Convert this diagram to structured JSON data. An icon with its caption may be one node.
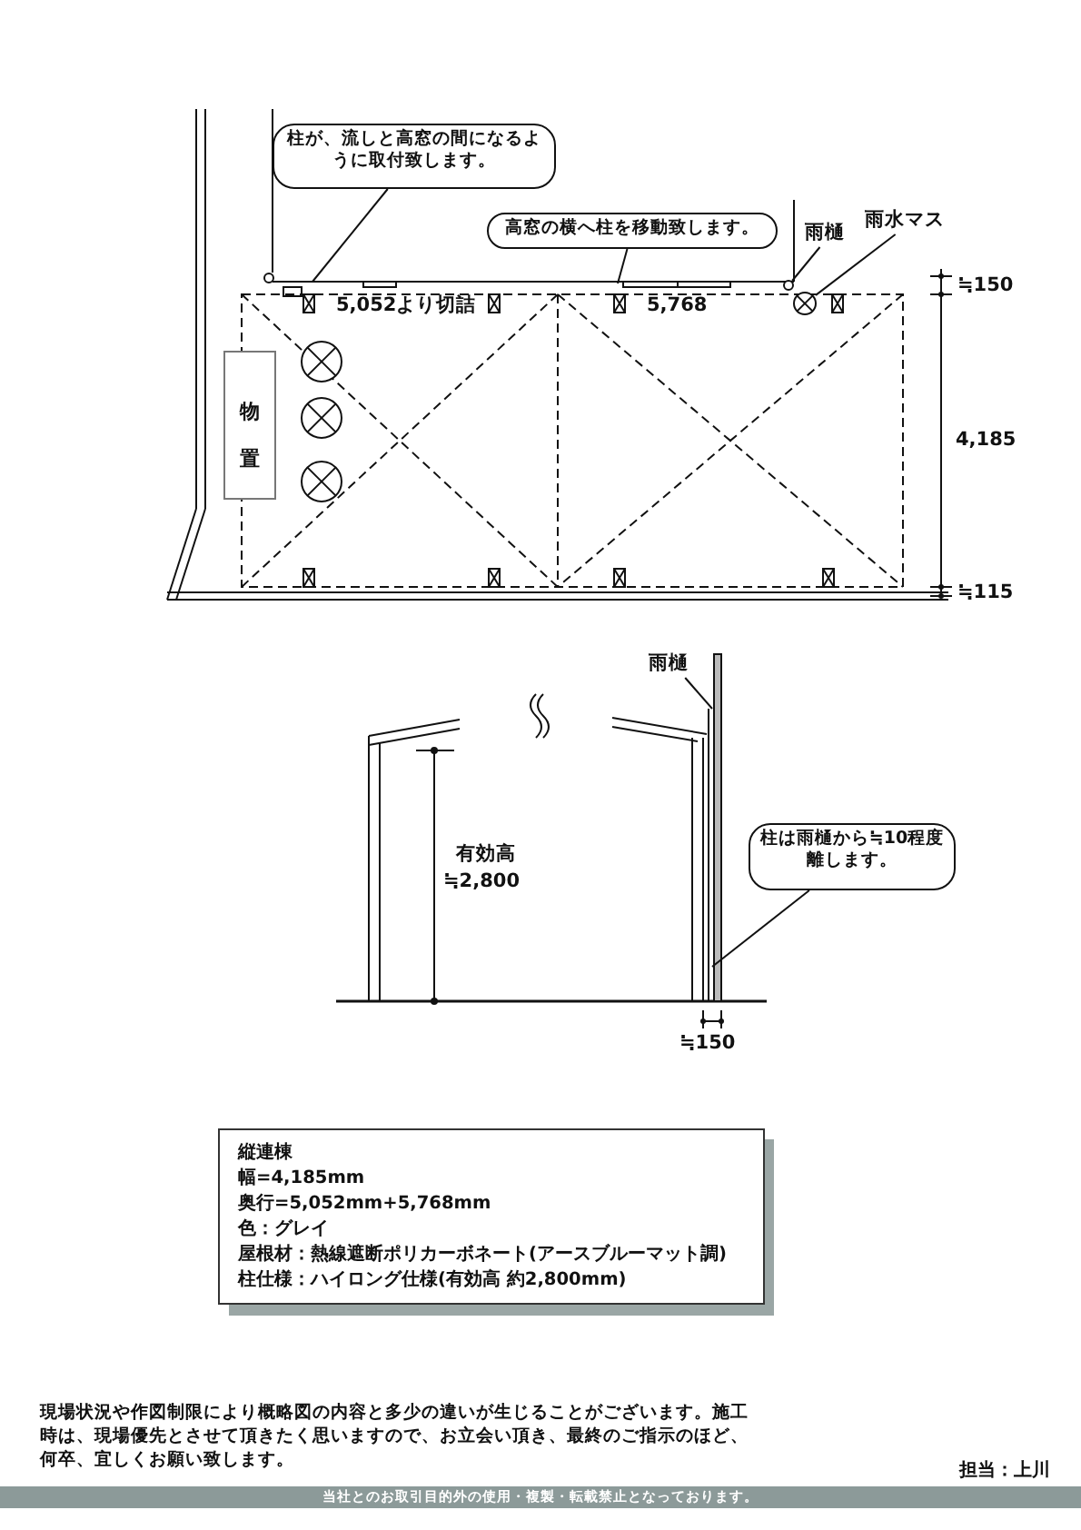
{
  "diagram": {
    "nodes": [
      {
        "text": [
          "柱が、流しと高窓の間になるように取付致します。"
        ]
      },
      {
        "text": [
          "高窓の横へ柱を移動致します。"
        ]
      },
      {
        "text": [
          "雨樋"
        ]
      },
      {
        "text": [
          "雨水マス"
        ]
      },
      {
        "text": [
          "物置"
        ]
      },
      {
        "text": [
          "雨樋"
        ]
      },
      {
        "text": [
          "柱は雨樋から≒10程度離します。"
        ]
      },
      {
        "text": [
          "縦連棟",
          "幅=4,185mm",
          "奥行=5,052mm+5,768mm",
          "色：グレイ",
          "屋根材：熱線遮断ポリカーボネート(アースブルーマット調)",
          "柱仕様：ハイロング仕様(有効高 約2,800mm)"
        ]
      },
      {
        "text": [],
        "shape": "circle"
      },
      {
        "text": [],
        "shape": "circle"
      }
    ],
    "edges": [
      {
        "from": 0,
        "to": null,
        "arrow": "none"
      },
      {
        "from": 1,
        "to": null,
        "arrow": "none"
      },
      {
        "from": 2,
        "to": 8,
        "arrow": "none"
      },
      {
        "from": 3,
        "to": 9,
        "arrow": "none"
      },
      {
        "from": 5,
        "to": null,
        "arrow": "none"
      },
      {
        "from": 6,
        "to": null,
        "arrow": "none"
      }
    ],
    "labels": [
      "5,052より切詰",
      "5,768",
      "≒150",
      "4,185",
      "≒115",
      "有効高",
      "≒2,800",
      "≒150",
      "現場状況や作図制限により概略図の内容と多少の違いが生じることがございます。施工時は、現場優先とさせて頂きたく思いますので、お立会い頂き、最終のご指示のほど、何卒、宜しくお願い致します。",
      "担当：上川",
      "当社とのお取引目的外の使用・複製・転載禁止となっております。"
    ]
  }
}
